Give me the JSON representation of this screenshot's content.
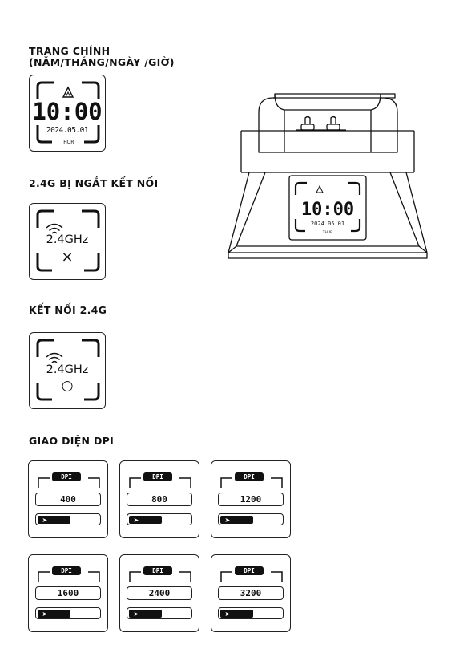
{
  "sections": {
    "main": {
      "title_line1": "TRANG CHÍNH",
      "title_line2": "(NĂM/THÁNG/NGÀY /GIỜ)"
    },
    "disconnected": {
      "title": "2.4G BỊ NGẮT KẾT NỐI"
    },
    "connected": {
      "title": "KẾT NỐI 2.4G"
    },
    "dpi": {
      "title": "GIAO DIỆN DPI"
    }
  },
  "clock": {
    "time": "10:00",
    "date": "2024.05.01",
    "day": "THUR"
  },
  "wifi_screens": {
    "disconnected": {
      "label": "2.4GHz",
      "symbol": "×"
    },
    "connected": {
      "label": "2.4GHz",
      "symbol": "○"
    }
  },
  "dpi_screens": [
    {
      "tag": "DPI",
      "value": "400",
      "battery_level": 0.55
    },
    {
      "tag": "DPI",
      "value": "800",
      "battery_level": 0.55
    },
    {
      "tag": "DPI",
      "value": "1200",
      "battery_level": 0.55
    },
    {
      "tag": "DPI",
      "value": "1600",
      "battery_level": 0.55
    },
    {
      "tag": "DPI",
      "value": "2400",
      "battery_level": 0.55
    },
    {
      "tag": "DPI",
      "value": "3200",
      "battery_level": 0.55
    }
  ],
  "icons": {
    "logo": "a-logo-icon",
    "wifi": "wifi-icon",
    "battery": "battery-icon",
    "bolt": "lightning-bolt-icon"
  }
}
